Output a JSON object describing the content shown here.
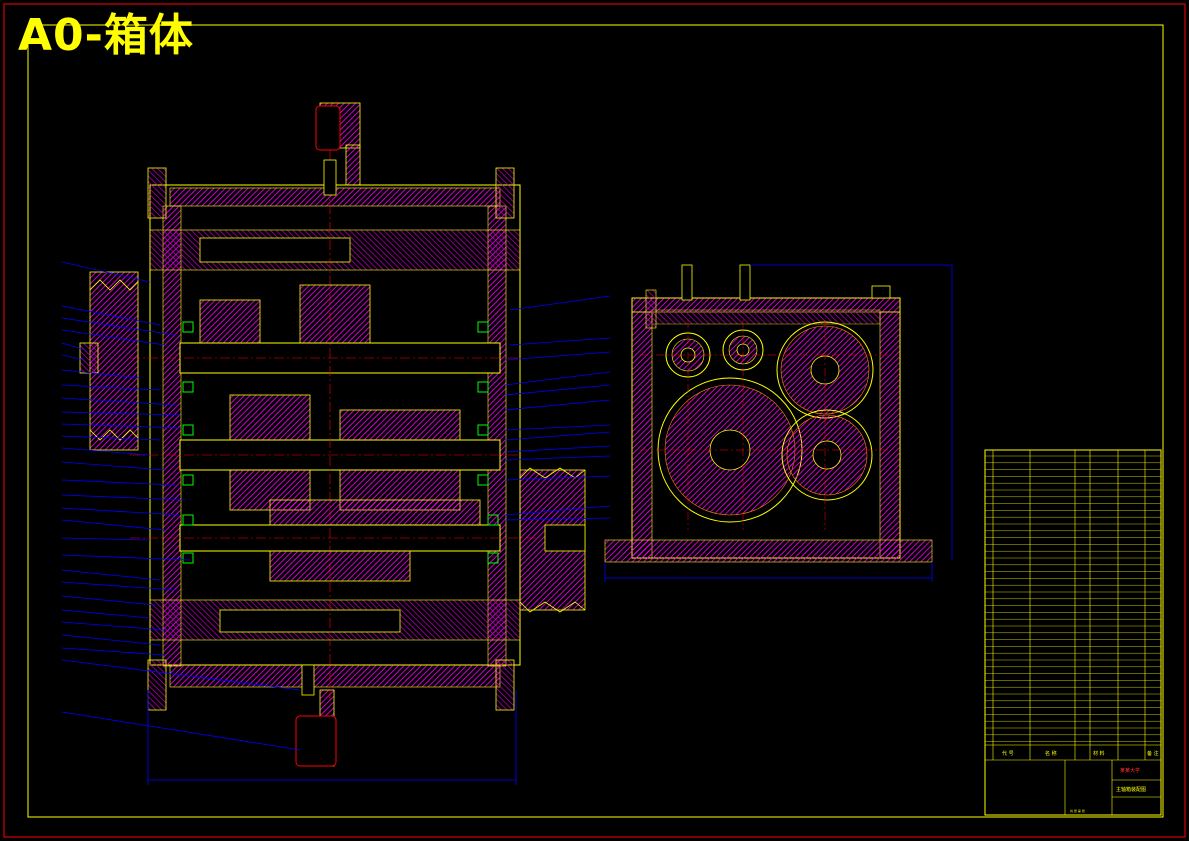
{
  "sheet": {
    "title": "A0-箱体"
  },
  "title_block": {
    "header_codes": "代 号",
    "header_names": "名 称",
    "header_material": "材 料",
    "header_notes": "备 注",
    "school": "某某大学",
    "drawing_name": "主轴箱装配图",
    "footer": "共 张 第 张"
  },
  "colors": {
    "background": "#000000",
    "frame": "#ffff00",
    "hatch": "#ff00ff",
    "outline": "#ffff00",
    "dimension": "#0000ff",
    "centerline": "#ff0000",
    "text_green": "#00ff00",
    "text_red": "#ff3030"
  }
}
